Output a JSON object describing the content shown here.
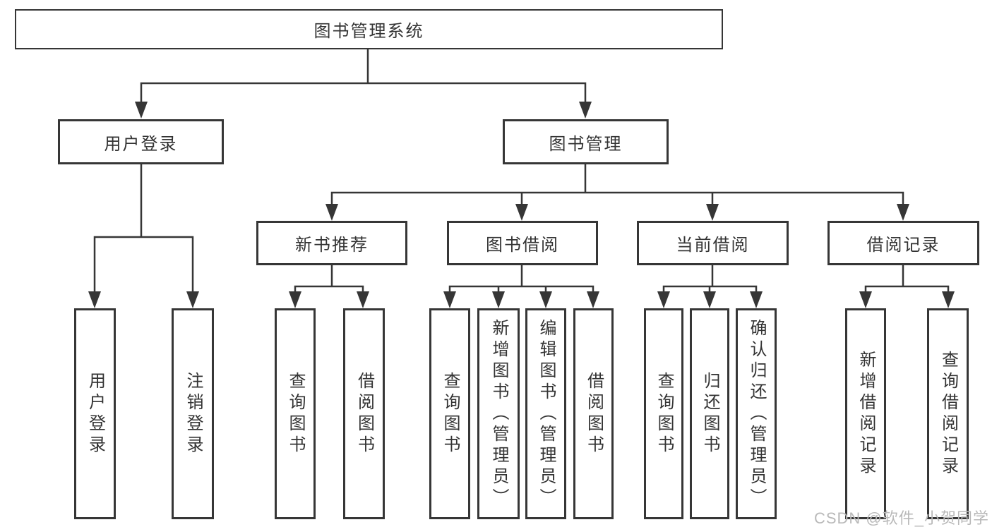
{
  "diagram": {
    "type": "tree",
    "root": "图书管理系统",
    "structure": {
      "图书管理系统": {
        "用户登录": [
          "用户登录",
          "注销登录"
        ],
        "图书管理": {
          "新书推荐": [
            "查询图书",
            "借阅图书"
          ],
          "图书借阅": [
            "查询图书",
            "新增图书（管理员）",
            "编辑图书（管理员）",
            "借阅图书"
          ],
          "当前借阅": [
            "查询图书",
            "归还图书",
            "确认归还（管理员）"
          ],
          "借阅记录": [
            "新增借阅记录",
            "查询借阅记录"
          ]
        }
      }
    }
  },
  "nodes": {
    "root": {
      "label": "图书管理系统"
    },
    "user_login": {
      "label": "用户登录"
    },
    "book_mgmt": {
      "label": "图书管理"
    },
    "new_book_rec": {
      "label": "新书推荐"
    },
    "book_borrow": {
      "label": "图书借阅"
    },
    "current_borrow": {
      "label": "当前借阅"
    },
    "borrow_records": {
      "label": "借阅记录"
    },
    "leaf_user_login": {
      "label": "用户登录"
    },
    "leaf_logout": {
      "label": "注销登录"
    },
    "leaf_query_book_1": {
      "label": "查询图书"
    },
    "leaf_borrow_book_1": {
      "label": "借阅图书"
    },
    "leaf_query_book_2": {
      "label": "查询图书"
    },
    "leaf_add_book": {
      "label": "新增图书（管理员）"
    },
    "leaf_edit_book": {
      "label": "编辑图书（管理员）"
    },
    "leaf_borrow_book_2": {
      "label": "借阅图书"
    },
    "leaf_query_book_3": {
      "label": "查询图书"
    },
    "leaf_return_book": {
      "label": "归还图书"
    },
    "leaf_confirm_return": {
      "label": "确认归还（管理员）"
    },
    "leaf_add_record": {
      "label": "新增借阅记录"
    },
    "leaf_query_record": {
      "label": "查询借阅记录"
    }
  },
  "watermark": {
    "text": "CSDN @软件_小贺同学"
  },
  "colors": {
    "line": "#363636",
    "text": "#333333",
    "background": "#ffffff",
    "watermark": "#b9b9b9"
  }
}
